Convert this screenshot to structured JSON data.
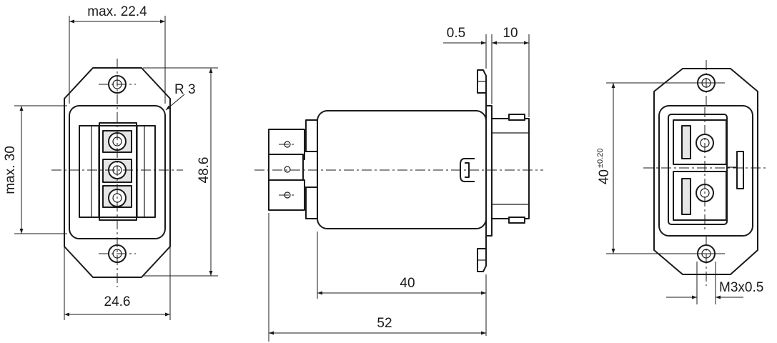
{
  "colors": {
    "line": "#1a1a1a",
    "gray_fill": "#e6e6e6",
    "background": "#ffffff"
  },
  "front_view": {
    "width_top": "max. 22.4",
    "radius": "R 3",
    "height_left": "max. 30",
    "height_right": "48.6",
    "width_bottom": "24.6"
  },
  "side_view": {
    "flange_thickness": "0.5",
    "flange_to_rear": "10",
    "body_length": "40",
    "overall_length": "52"
  },
  "rear_view": {
    "hole_spacing": "40",
    "hole_tolerance": "±0.20",
    "thread": "M3x0.5"
  }
}
